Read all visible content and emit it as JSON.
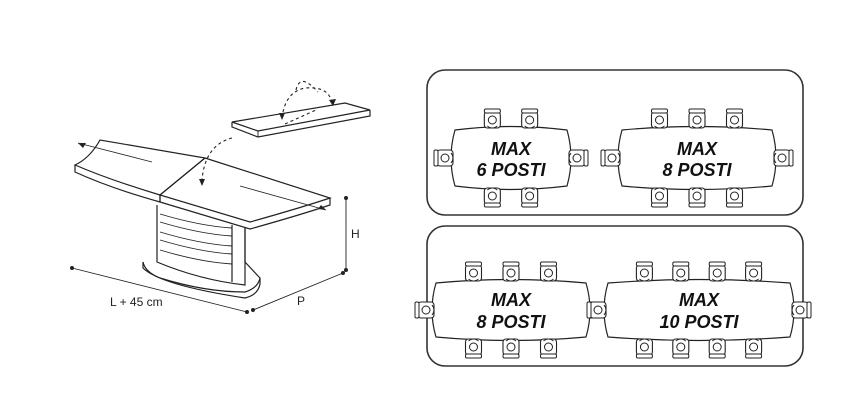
{
  "dimensions": {
    "length": "L + 45 cm",
    "depth": "P",
    "height": "H"
  },
  "seating_panels": [
    {
      "max": "MAX",
      "posti": "6 POSTI",
      "seats": 6
    },
    {
      "max": "MAX",
      "posti": "8 POSTI",
      "seats": 8
    },
    {
      "max": "MAX",
      "posti": "8 POSTI",
      "seats": 8
    },
    {
      "max": "MAX",
      "posti": "10 POSTI",
      "seats": 10
    }
  ],
  "colors": {
    "stroke": "#222222",
    "panel_border": "#333333",
    "background": "#ffffff"
  }
}
